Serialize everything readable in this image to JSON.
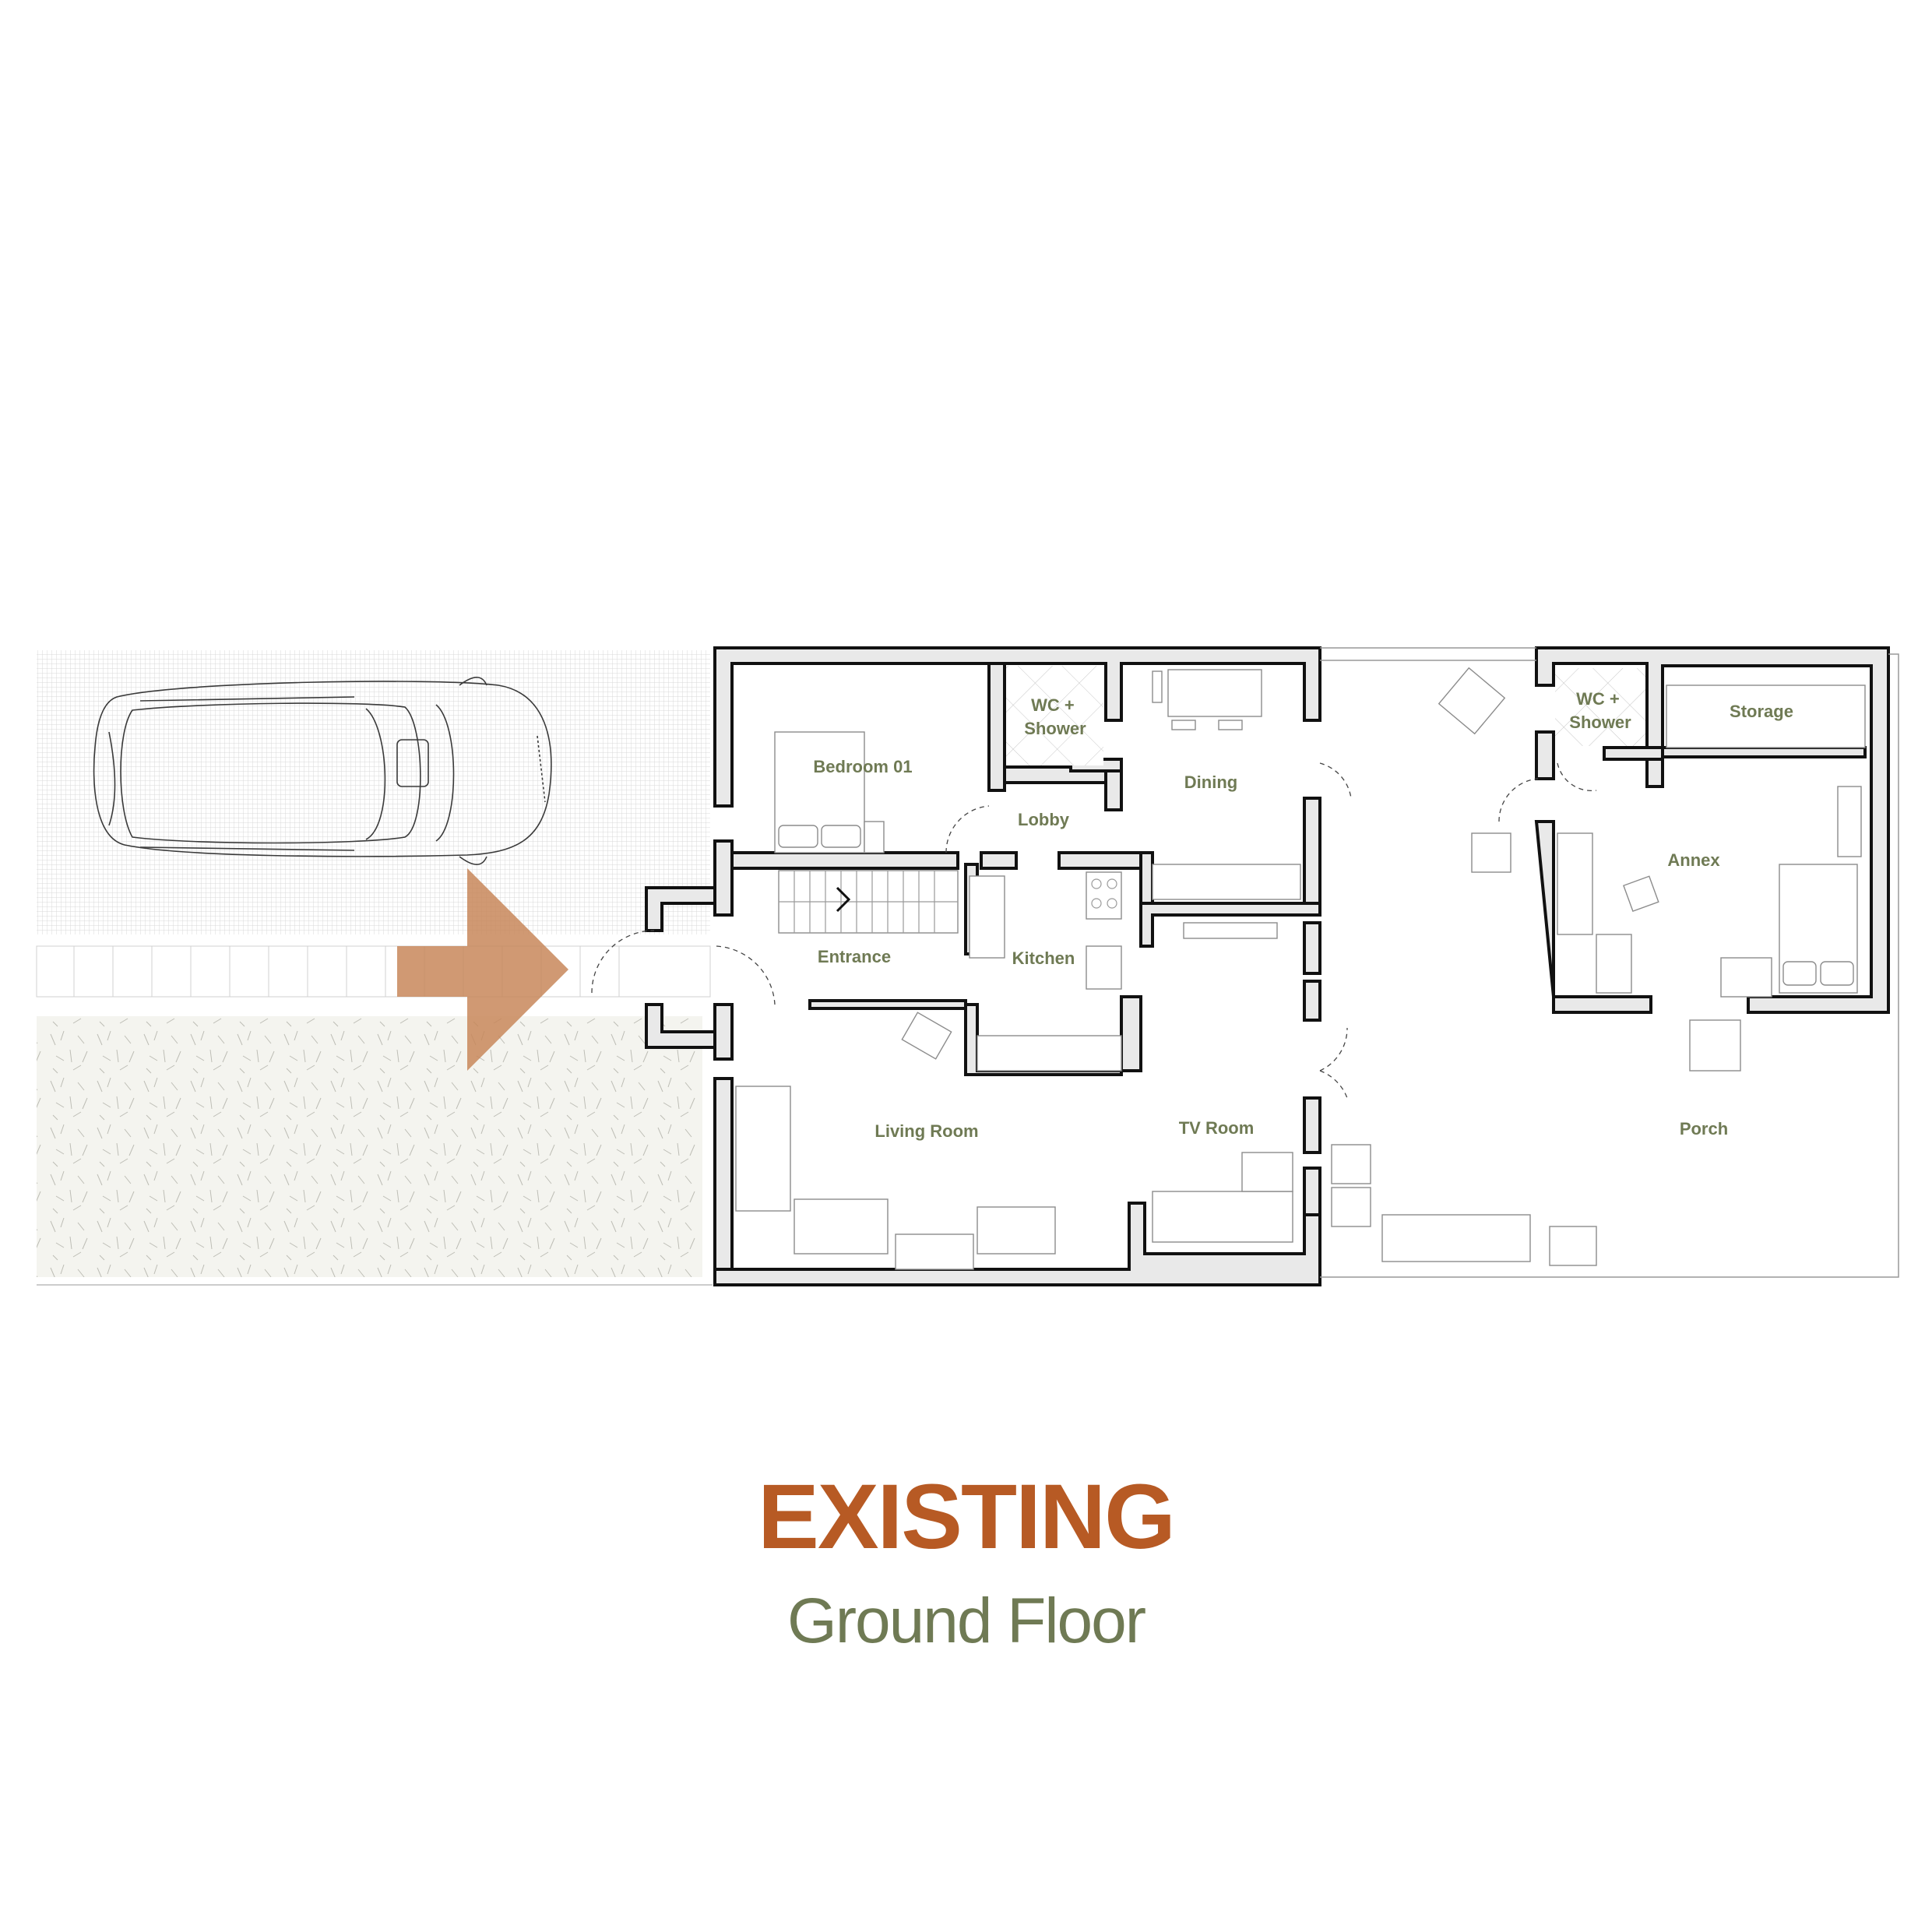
{
  "title": {
    "main": "EXISTING",
    "sub": "Ground Floor"
  },
  "colors": {
    "accent": "#b75a24",
    "label": "#6f7a54",
    "arrow": "#c8875a",
    "wall": "#111111",
    "wall_fill": "#e9e9e9"
  },
  "rooms": [
    {
      "id": "bedroom-01",
      "label": "Bedroom 01"
    },
    {
      "id": "wc-shower-1",
      "label": "WC +\nShower"
    },
    {
      "id": "dining",
      "label": "Dining"
    },
    {
      "id": "lobby",
      "label": "Lobby"
    },
    {
      "id": "entrance",
      "label": "Entrance"
    },
    {
      "id": "kitchen",
      "label": "Kitchen"
    },
    {
      "id": "living-room",
      "label": "Living Room"
    },
    {
      "id": "tv-room",
      "label": "TV Room"
    },
    {
      "id": "wc-shower-2",
      "label": "WC +\nShower"
    },
    {
      "id": "storage",
      "label": "Storage"
    },
    {
      "id": "annex",
      "label": "Annex"
    },
    {
      "id": "porch",
      "label": "Porch"
    }
  ],
  "icons": [
    "car-icon",
    "entry-arrow-icon"
  ]
}
